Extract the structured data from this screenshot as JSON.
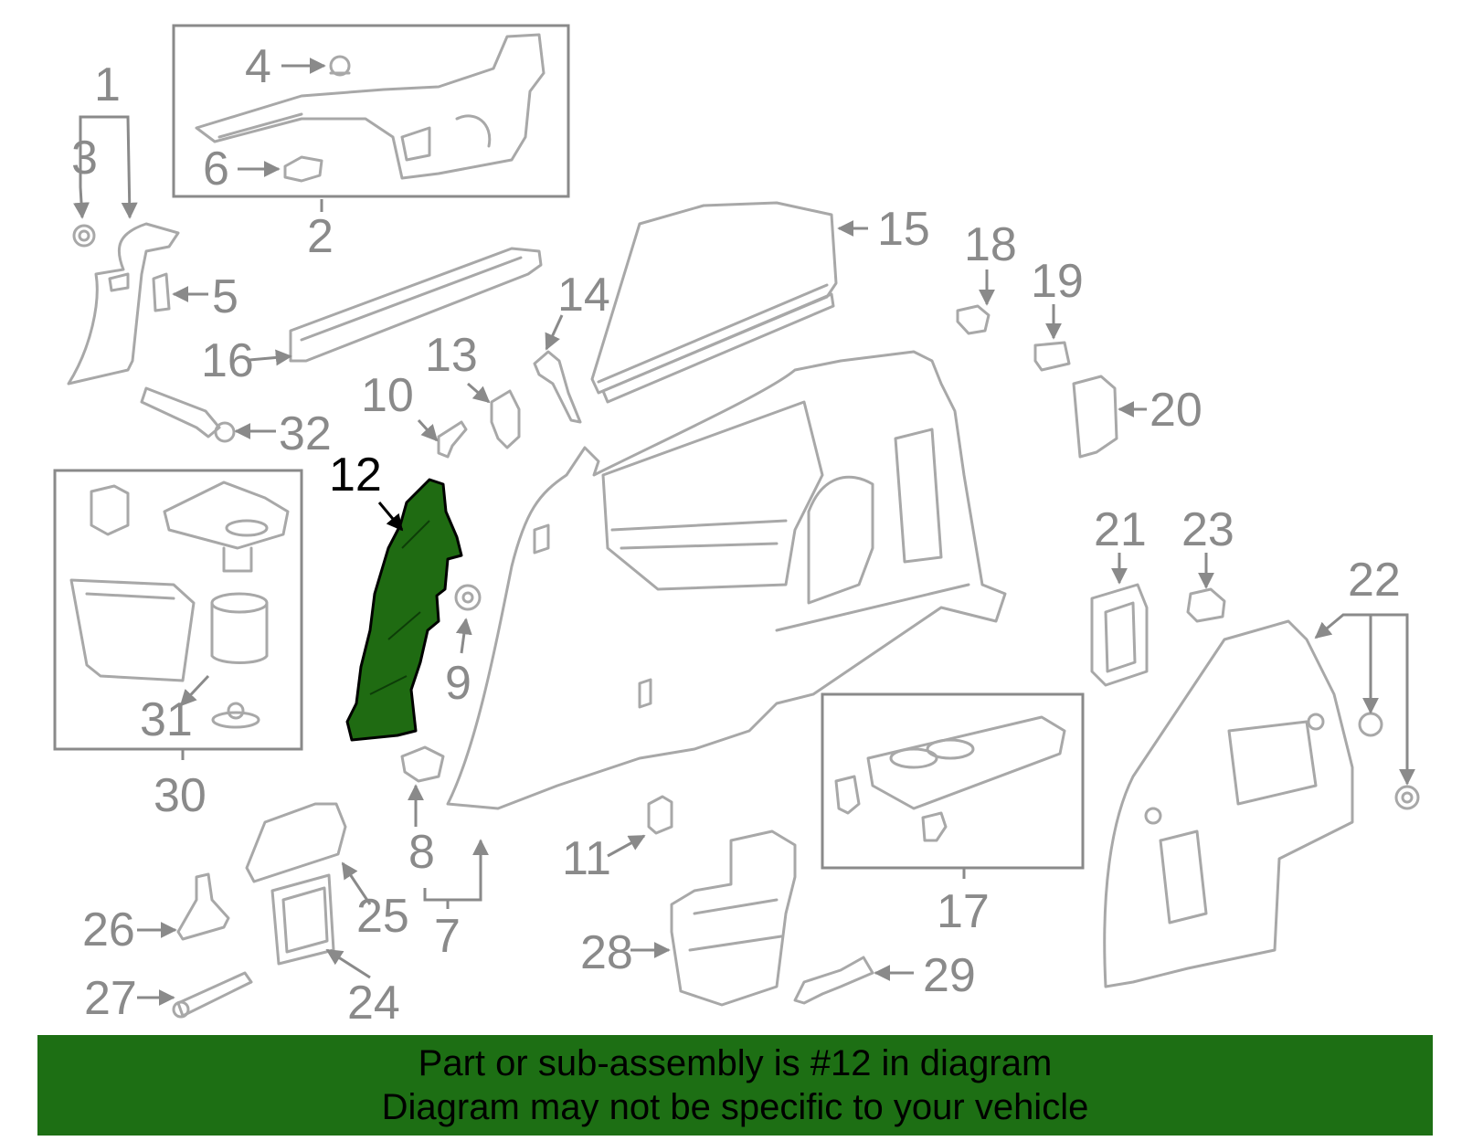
{
  "labels": {
    "l1": "1",
    "l2": "2",
    "l3": "3",
    "l4": "4",
    "l5": "5",
    "l6": "6",
    "l7": "7",
    "l8": "8",
    "l9": "9",
    "l10": "10",
    "l11": "11",
    "l12": "12",
    "l13": "13",
    "l14": "14",
    "l15": "15",
    "l16": "16",
    "l17": "17",
    "l18": "18",
    "l19": "19",
    "l20": "20",
    "l21": "21",
    "l22": "22",
    "l23": "23",
    "l24": "24",
    "l25": "25",
    "l26": "26",
    "l27": "27",
    "l28": "28",
    "l29": "29",
    "l30": "30",
    "l31": "31",
    "l32": "32"
  },
  "highlighted_part": "12",
  "colors": {
    "highlight": "#1f6b12",
    "banner": "#1d6f14",
    "line": "#a8a8a8",
    "label": "#8a8a8a"
  },
  "banner": {
    "line1": "Part or sub-assembly is #12 in diagram",
    "line2": "Diagram may not be specific to your vehicle"
  }
}
